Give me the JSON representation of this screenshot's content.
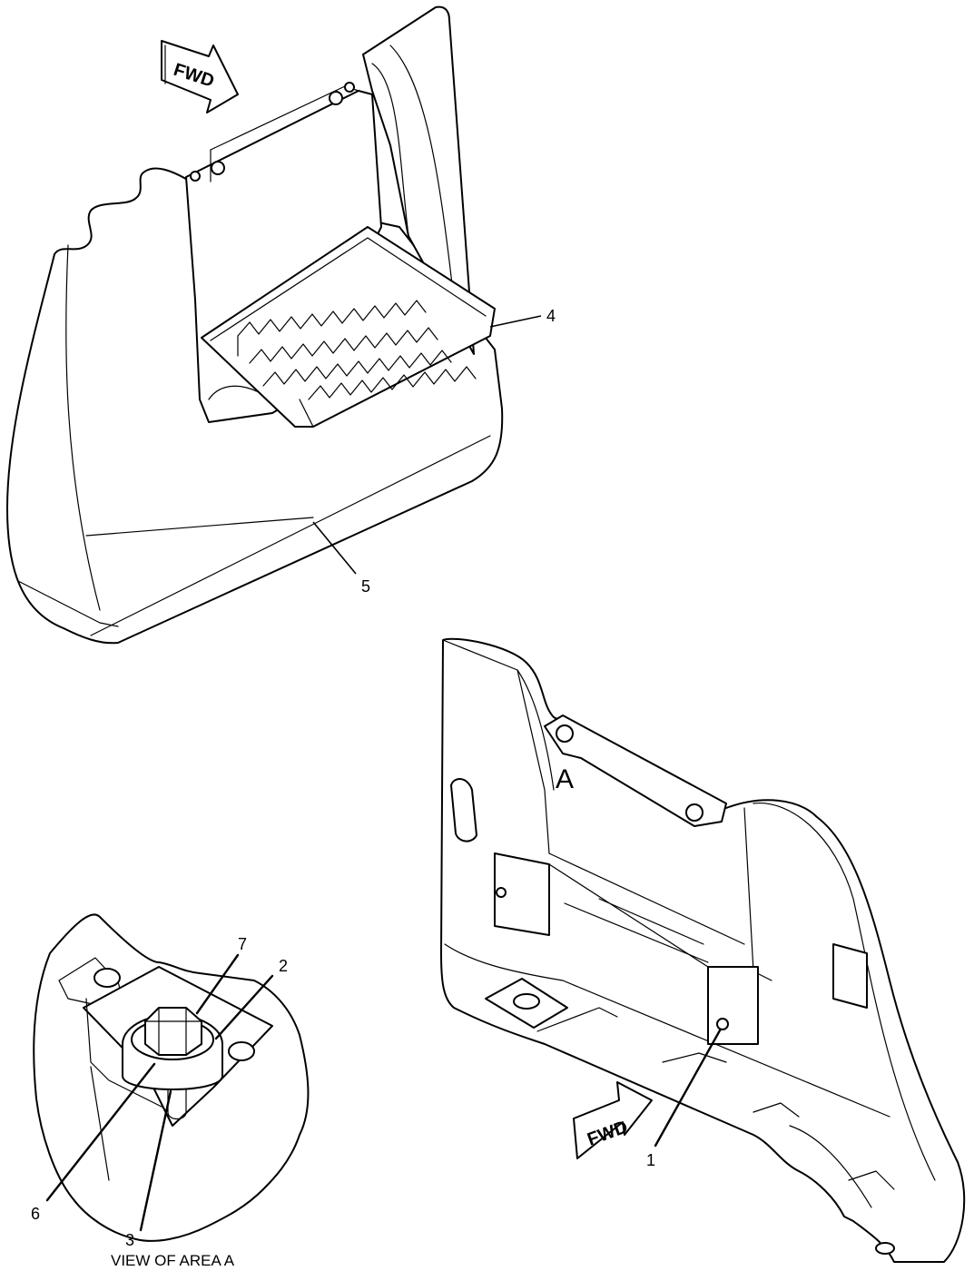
{
  "diagram": {
    "fwd_label_top": "FWD",
    "fwd_label_bottom": "FWD",
    "view_letter": "A",
    "view_caption": "VIEW OF AREA A",
    "callouts": {
      "c1": "1",
      "c2": "2",
      "c3": "3",
      "c4": "4",
      "c5": "5",
      "c6": "6",
      "c7": "7"
    }
  }
}
